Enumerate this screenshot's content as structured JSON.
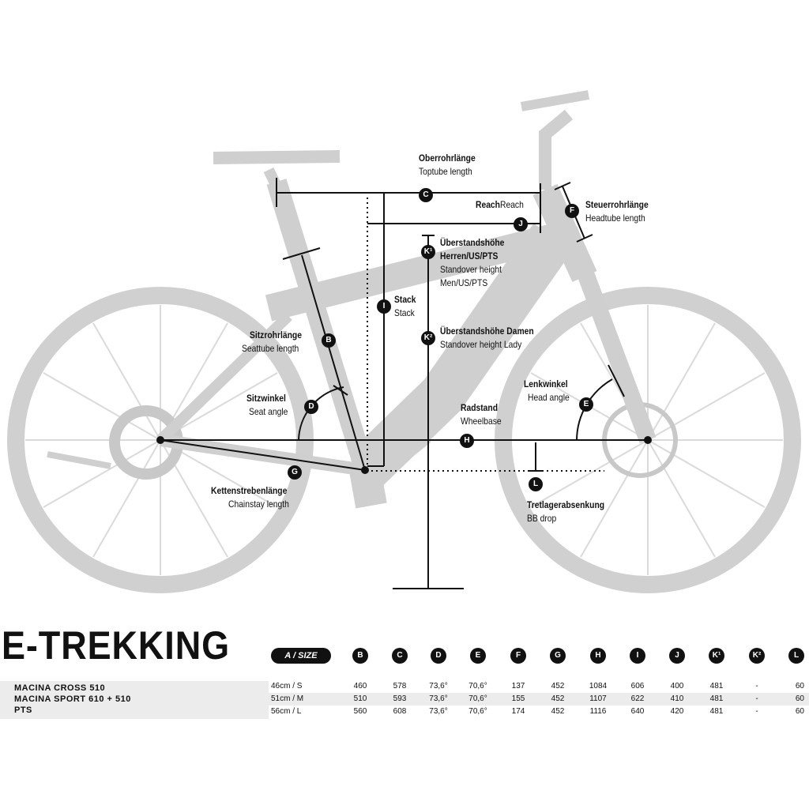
{
  "labels": {
    "C": {
      "de": "Oberrohrlänge",
      "en": "Toptube length"
    },
    "J": {
      "de": "Reach",
      "en": "Reach"
    },
    "F": {
      "de": "Steuerrohrlänge",
      "en": "Headtube length"
    },
    "K1": {
      "de1": "Überstandshöhe",
      "de2": "Herren/US/PTS",
      "en1": "Standover height",
      "en2": "Men/US/PTS"
    },
    "I": {
      "de": "Stack",
      "en": "Stack"
    },
    "K2": {
      "de": "Überstandshöhe Damen",
      "en": "Standover height Lady"
    },
    "B": {
      "de": "Sitzrohrlänge",
      "en": "Seattube length"
    },
    "D": {
      "de": "Sitzwinkel",
      "en": "Seat angle"
    },
    "E": {
      "de": "Lenkwinkel",
      "en": "Head angle"
    },
    "H": {
      "de": "Radstand",
      "en": "Wheelbase"
    },
    "G": {
      "de": "Kettenstrebenlänge",
      "en": "Chainstay length"
    },
    "L": {
      "de": "Tretlagerabsenkung",
      "en": "BB drop"
    }
  },
  "badges": {
    "C": "C",
    "J": "J",
    "F": "F",
    "K1": "K¹",
    "I": "I",
    "K2": "K²",
    "B": "B",
    "D": "D",
    "E": "E",
    "H": "H",
    "G": "G",
    "L": "L"
  },
  "table": {
    "title": "E-TREKKING",
    "size_header": "A / SIZE",
    "columns": [
      "B",
      "C",
      "D",
      "E",
      "F",
      "G",
      "H",
      "I",
      "J",
      "K¹",
      "K²",
      "L"
    ],
    "models": [
      "MACINA CROSS 510",
      "MACINA SPORT 610 + 510",
      "PTS"
    ],
    "rows": [
      {
        "size": "46cm / S",
        "values": [
          "460",
          "578",
          "73,6°",
          "70,6°",
          "137",
          "452",
          "1084",
          "606",
          "400",
          "481",
          "-",
          "60"
        ]
      },
      {
        "size": "51cm / M",
        "values": [
          "510",
          "593",
          "73,6°",
          "70,6°",
          "155",
          "452",
          "1107",
          "622",
          "410",
          "481",
          "-",
          "60"
        ]
      },
      {
        "size": "56cm / L",
        "values": [
          "560",
          "608",
          "73,6°",
          "70,6°",
          "174",
          "452",
          "1116",
          "640",
          "420",
          "481",
          "-",
          "60"
        ]
      }
    ]
  }
}
